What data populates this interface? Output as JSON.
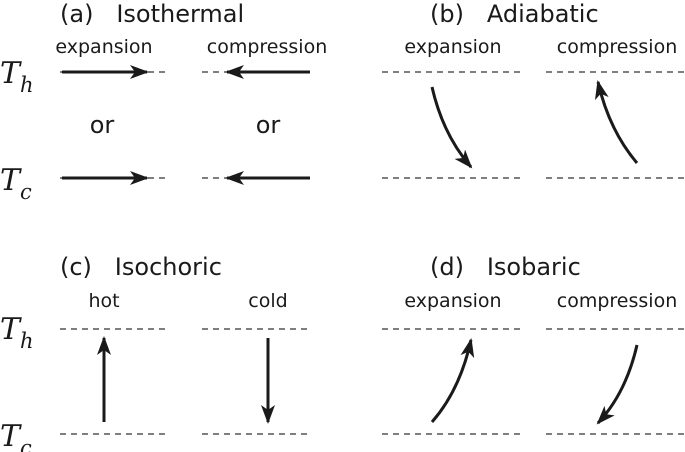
{
  "panels": {
    "a": {
      "title": "(a)   Isothermal",
      "left_label": "expansion",
      "right_label": "compression",
      "or_left": "or",
      "or_right": "or"
    },
    "b": {
      "title": "(b)   Adiabatic",
      "left_label": "expansion",
      "right_label": "compression"
    },
    "c": {
      "title": "(c)   Isochoric",
      "left_label": "hot",
      "right_label": "cold"
    },
    "d": {
      "title": "(d)   Isobaric",
      "left_label": "expansion",
      "right_label": "compression"
    }
  },
  "temperatures": {
    "hot": {
      "symbol": "T",
      "subscript": "h"
    },
    "cold": {
      "symbol": "T",
      "subscript": "c"
    }
  }
}
